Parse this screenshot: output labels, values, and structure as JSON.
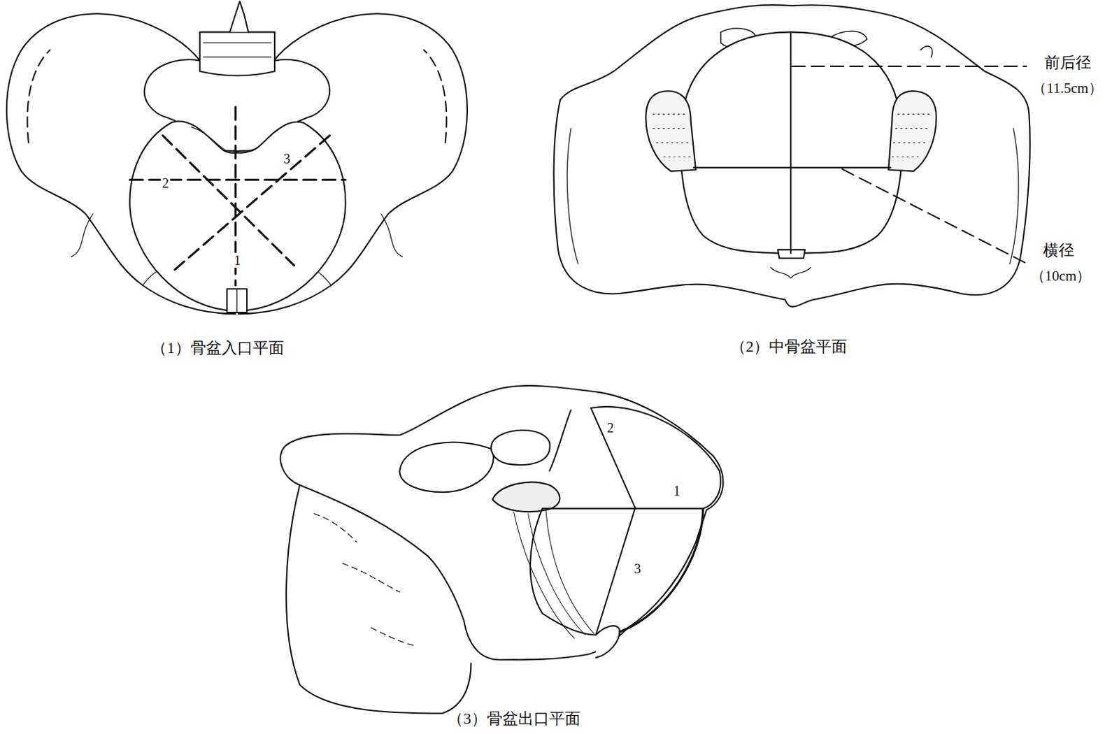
{
  "diagram": {
    "labels": [
      "2",
      "3",
      "1",
      "（1）骨盆入口平面",
      "前后径",
      "（11.5cm）",
      "横径",
      "（10cm）",
      "（2）中骨盆平面",
      "2",
      "1",
      "3",
      "（3）骨盆出口平面"
    ]
  }
}
